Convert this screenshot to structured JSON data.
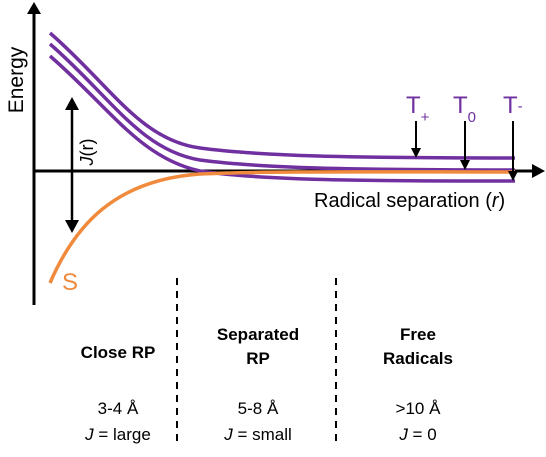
{
  "axes": {
    "y_label": "Energy",
    "x_label_main": "Radical separation (",
    "x_label_var": "r",
    "x_label_close": ")"
  },
  "curves": {
    "triplet_labels": [
      {
        "base": "T",
        "sub": "+"
      },
      {
        "base": "T",
        "sub": "0"
      },
      {
        "base": "T",
        "sub": "-"
      }
    ],
    "singlet_label": "S",
    "triplet_color": "#7030A0",
    "singlet_color": "#F08A3C"
  },
  "coupling": {
    "symbol": "J",
    "arg": "(r)"
  },
  "regions": [
    {
      "title_lines": [
        "Close RP"
      ],
      "distance": "3-4 Å",
      "j_symbol": "J",
      "j_value": " = large"
    },
    {
      "title_lines": [
        "Separated",
        "RP"
      ],
      "distance": "5-8 Å",
      "j_symbol": "J",
      "j_value": " = small"
    },
    {
      "title_lines": [
        "Free",
        "Radicals"
      ],
      "distance": ">10 Å",
      "j_symbol": "J",
      "j_value": " = 0"
    }
  ]
}
